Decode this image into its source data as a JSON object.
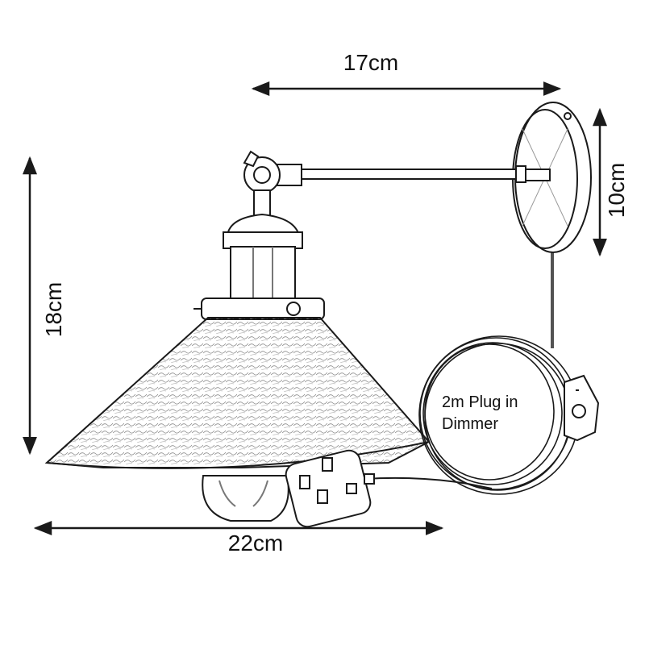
{
  "dimensions": {
    "width_label": "17cm",
    "height_label": "18cm",
    "shade_width_label": "22cm",
    "backplate_label": "10cm"
  },
  "plug_note": {
    "line1": "2m Plug in",
    "line2": "Dimmer"
  },
  "colors": {
    "line": "#1a1a1a",
    "shade_texture": "#7a7a7a",
    "background": "#ffffff"
  }
}
